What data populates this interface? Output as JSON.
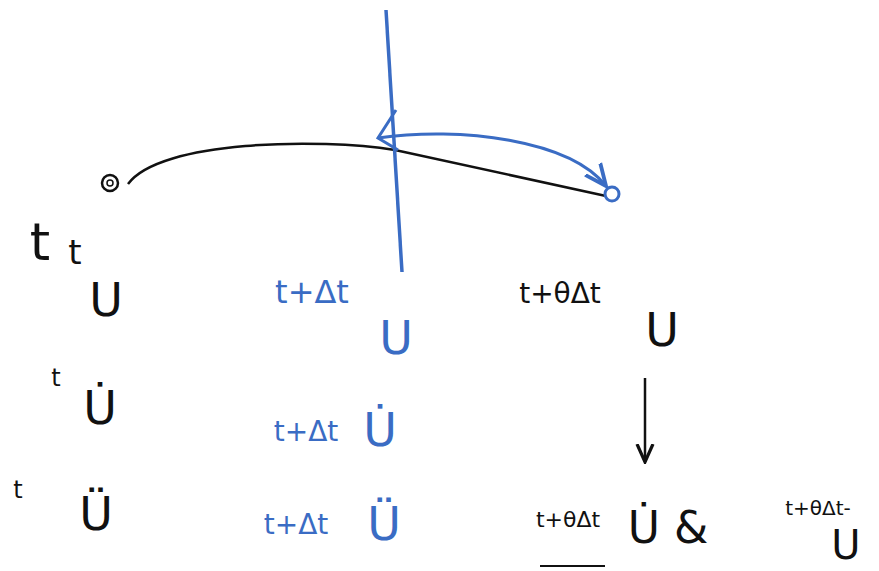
{
  "diagram": {
    "labels": [
      "t",
      "t",
      "U",
      "t",
      "U̇",
      "t",
      "Ü",
      "t+Δt",
      "U",
      "t+Δt",
      "U̇",
      "t+Δt",
      "Ü",
      "t+θΔt",
      "U",
      "t+θΔt",
      "U̇ &",
      "t+θΔt-",
      "U"
    ]
  }
}
